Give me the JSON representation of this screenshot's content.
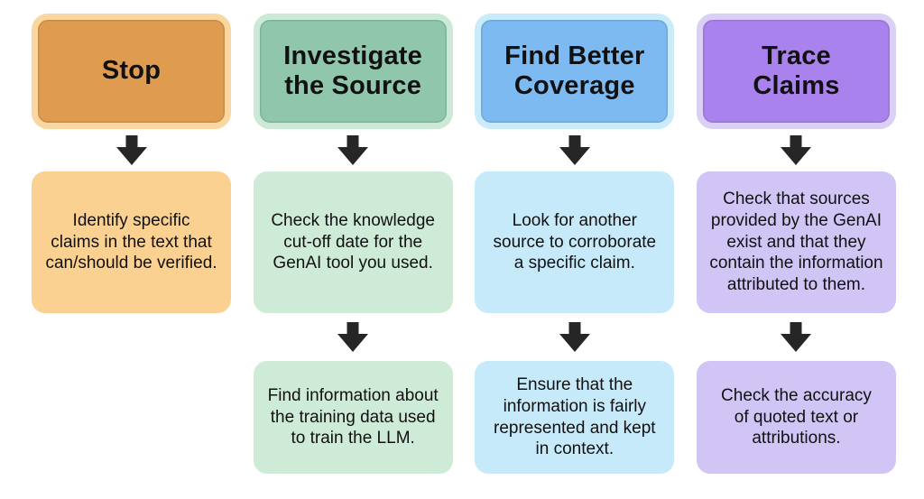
{
  "diagram": {
    "background": "#ffffff",
    "arrow_color": "#262626",
    "columns": [
      {
        "id": "stop",
        "header": "Stop",
        "colors": {
          "header_fill": "#DF9B50",
          "header_ring": "#FAD7A0",
          "body_fill": "#FBD192"
        },
        "steps": [
          "Identify specific\nclaims in the text that\ncan/should be verified."
        ]
      },
      {
        "id": "investigate-the-source",
        "header": "Investigate\nthe Source",
        "colors": {
          "header_fill": "#8FC6AC",
          "header_ring": "#CBE9D6",
          "body_fill": "#CEEBD7"
        },
        "steps": [
          "Check the knowledge\ncut-off date for the\nGenAI tool you used.",
          "Find information about\nthe training data used\nto train the LLM."
        ]
      },
      {
        "id": "find-better-coverage",
        "header": "Find Better\nCoverage",
        "colors": {
          "header_fill": "#7CBAF1",
          "header_ring": "#C9EBFA",
          "body_fill": "#C7EAFA"
        },
        "steps": [
          "Look for another\nsource to corroborate\na specific claim.",
          "Ensure that the\ninformation is fairly\nrepresented and kept\nin context."
        ]
      },
      {
        "id": "trace-claims",
        "header": "Trace\nClaims",
        "colors": {
          "header_fill": "#A982EE",
          "header_ring": "#DACFF4",
          "body_fill": "#D0C5F5"
        },
        "steps": [
          "Check that sources\nprovided by the GenAI\nexist and that they\ncontain the information\nattributed to them.",
          "Check the accuracy\nof quoted text or\nattributions."
        ]
      }
    ]
  }
}
